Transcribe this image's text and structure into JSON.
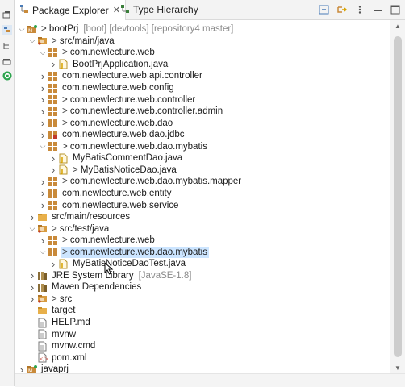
{
  "tabs": [
    {
      "label": "Package Explorer",
      "active": true
    },
    {
      "label": "Type Hierarchy",
      "active": false
    }
  ],
  "toolbar_icons": [
    "collapse-all-icon",
    "link-with-editor-icon",
    "view-menu-icon",
    "minimize-icon",
    "maximize-icon"
  ],
  "rail_icons": [
    "restore-icon",
    "package-explorer-icon",
    "outline-icon",
    "minimize-icon",
    "spring-boot-icon"
  ],
  "tree": [
    {
      "depth": 0,
      "twisty": "open",
      "icon": "project",
      "prefix": "> ",
      "label": "bootPrj",
      "decor": "[boot] [devtools] [repository4 master]"
    },
    {
      "depth": 1,
      "twisty": "open",
      "icon": "src-folder",
      "prefix": "> ",
      "label": "src/main/java"
    },
    {
      "depth": 2,
      "twisty": "open",
      "icon": "package",
      "prefix": "> ",
      "label": "com.newlecture.web"
    },
    {
      "depth": 3,
      "twisty": "closed",
      "icon": "java",
      "prefix": "",
      "label": "BootPrjApplication.java"
    },
    {
      "depth": 2,
      "twisty": "closed",
      "icon": "package",
      "prefix": "",
      "label": "com.newlecture.web.api.controller"
    },
    {
      "depth": 2,
      "twisty": "closed",
      "icon": "package",
      "prefix": "",
      "label": "com.newlecture.web.config"
    },
    {
      "depth": 2,
      "twisty": "closed",
      "icon": "package",
      "prefix": "> ",
      "label": "com.newlecture.web.controller"
    },
    {
      "depth": 2,
      "twisty": "closed",
      "icon": "package",
      "prefix": "> ",
      "label": "com.newlecture.web.controller.admin"
    },
    {
      "depth": 2,
      "twisty": "closed",
      "icon": "package",
      "prefix": "> ",
      "label": "com.newlecture.web.dao"
    },
    {
      "depth": 2,
      "twisty": "closed",
      "icon": "package-error",
      "prefix": "",
      "label": "com.newlecture.web.dao.jdbc"
    },
    {
      "depth": 2,
      "twisty": "open",
      "icon": "package",
      "prefix": "> ",
      "label": "com.newlecture.web.dao.mybatis"
    },
    {
      "depth": 3,
      "twisty": "closed",
      "icon": "java",
      "prefix": "",
      "label": "MyBatisCommentDao.java"
    },
    {
      "depth": 3,
      "twisty": "closed",
      "icon": "java",
      "prefix": "> ",
      "label": "MyBatisNoticeDao.java"
    },
    {
      "depth": 2,
      "twisty": "closed",
      "icon": "package",
      "prefix": "> ",
      "label": "com.newlecture.web.dao.mybatis.mapper"
    },
    {
      "depth": 2,
      "twisty": "closed",
      "icon": "package",
      "prefix": "",
      "label": "com.newlecture.web.entity"
    },
    {
      "depth": 2,
      "twisty": "closed",
      "icon": "package",
      "prefix": "",
      "label": "com.newlecture.web.service"
    },
    {
      "depth": 1,
      "twisty": "closed",
      "icon": "folder",
      "prefix": "",
      "label": "src/main/resources"
    },
    {
      "depth": 1,
      "twisty": "open",
      "icon": "src-folder",
      "prefix": "> ",
      "label": "src/test/java"
    },
    {
      "depth": 2,
      "twisty": "closed",
      "icon": "package",
      "prefix": "> ",
      "label": "com.newlecture.web"
    },
    {
      "depth": 2,
      "twisty": "open",
      "icon": "package",
      "prefix": "> ",
      "label": "com.newlecture.web.dao.mybatis",
      "selected": true
    },
    {
      "depth": 3,
      "twisty": "closed",
      "icon": "java",
      "prefix": "",
      "label": "MyBatisNoticeDaoTest.java"
    },
    {
      "depth": 1,
      "twisty": "closed",
      "icon": "library",
      "prefix": "",
      "label": "JRE System Library",
      "decor": "[JavaSE-1.8]"
    },
    {
      "depth": 1,
      "twisty": "closed",
      "icon": "library",
      "prefix": "",
      "label": "Maven Dependencies"
    },
    {
      "depth": 1,
      "twisty": "closed",
      "icon": "src-folder",
      "prefix": "> ",
      "label": "src"
    },
    {
      "depth": 1,
      "twisty": "none",
      "icon": "folder",
      "prefix": "",
      "label": "target"
    },
    {
      "depth": 1,
      "twisty": "none",
      "icon": "file",
      "prefix": "",
      "label": "HELP.md"
    },
    {
      "depth": 1,
      "twisty": "none",
      "icon": "file",
      "prefix": "",
      "label": "mvnw"
    },
    {
      "depth": 1,
      "twisty": "none",
      "icon": "file",
      "prefix": "",
      "label": "mvnw.cmd"
    },
    {
      "depth": 1,
      "twisty": "none",
      "icon": "xml",
      "prefix": "",
      "label": "pom.xml"
    },
    {
      "depth": 0,
      "twisty": "closed",
      "icon": "project",
      "prefix": "",
      "label": "javaprj"
    }
  ],
  "colors": {
    "selection": "#cce5ff",
    "package": "#c98a3a",
    "java": "#d9a300",
    "decor": "#8a8a8a"
  }
}
